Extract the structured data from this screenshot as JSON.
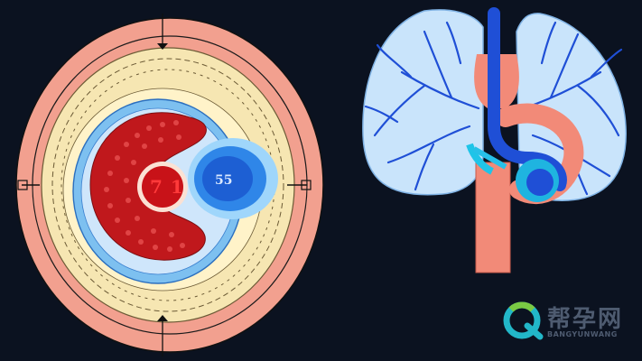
{
  "illustration": {
    "inner_circle_label": "7 1",
    "blue_blob_label": "55"
  },
  "watermark": {
    "logo_icon": "q-logo-icon",
    "text_cn": "帮孕网",
    "text_en": "BANGYUNWANG"
  },
  "colors": {
    "background": "#0b1220",
    "outer_ring": "#f2a08f",
    "cream_ring": "#f6e6b2",
    "blue_layer": "#7dc0f0",
    "red_tissue": "#c0181c",
    "vessel_blue": "#1f4fd6",
    "artery_pink": "#f28a78"
  }
}
